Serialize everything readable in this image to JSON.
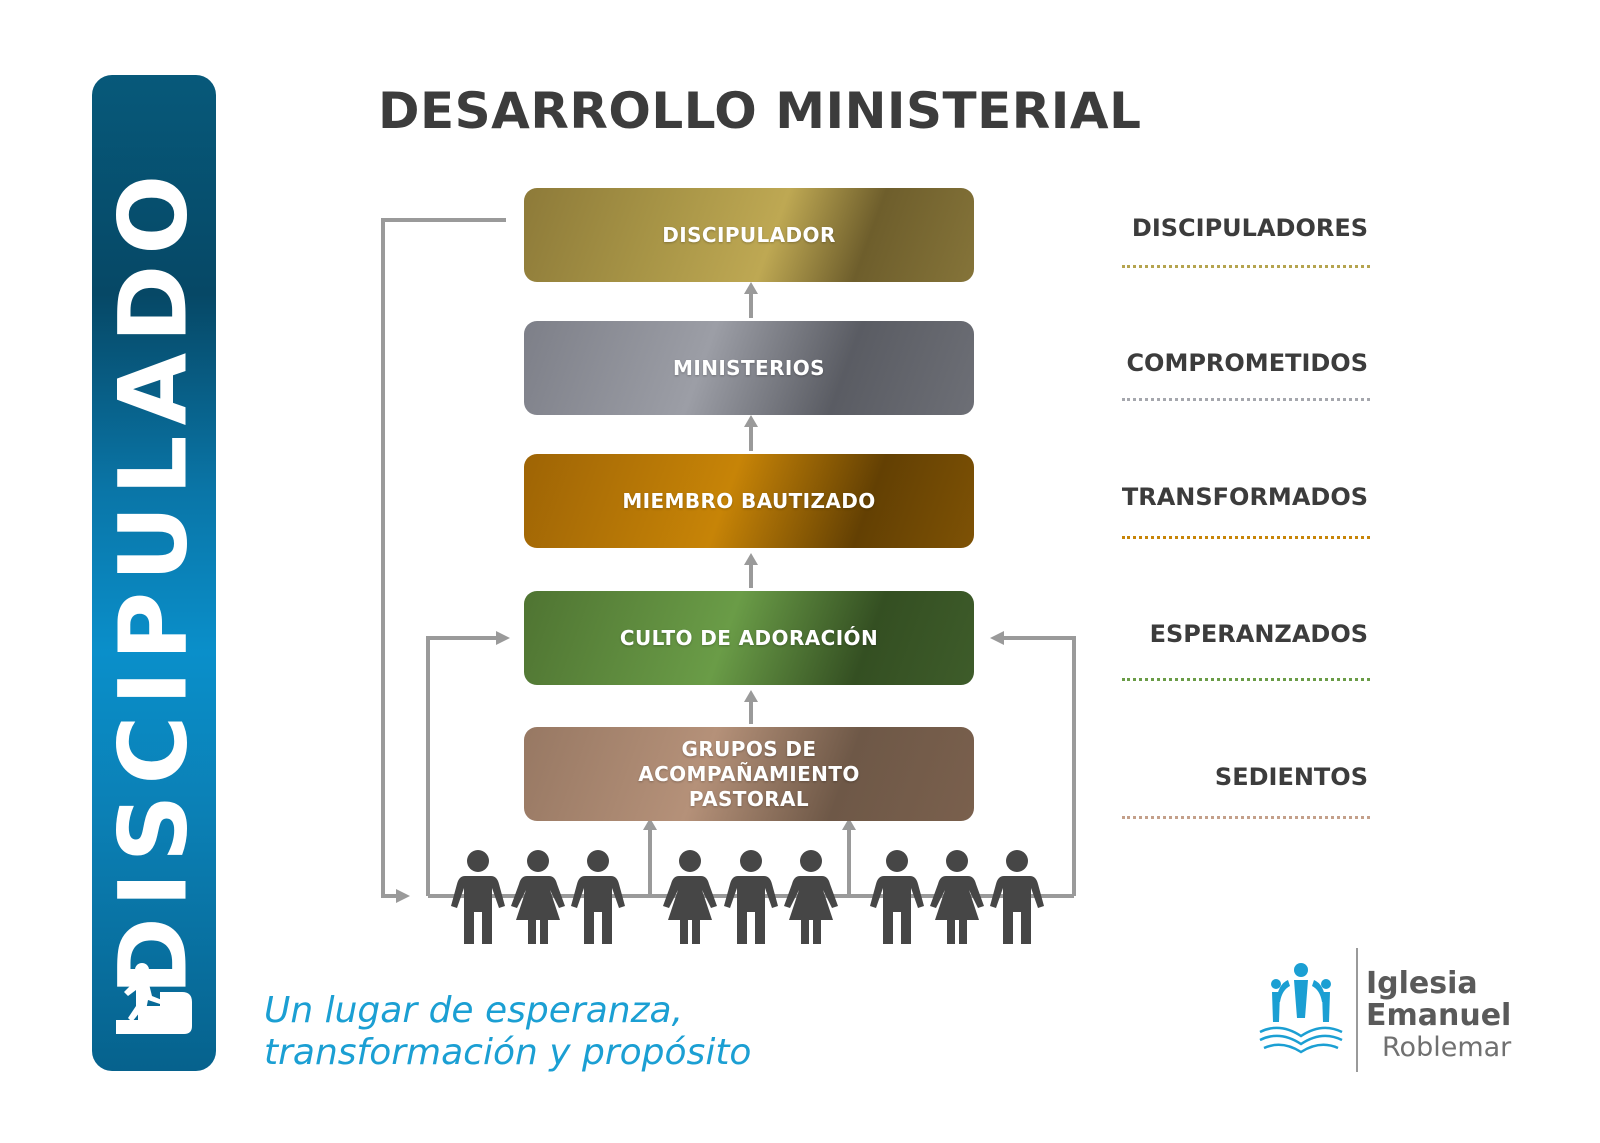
{
  "sidebar": {
    "vertical_label": "DISCIPULADO",
    "icon": "climbing-stairs-icon"
  },
  "title": "DESARROLLO MINISTERIAL",
  "stages": [
    {
      "label": "DISCIPULADOR",
      "color": "#a79446"
    },
    {
      "label": "MINISTERIOS",
      "color": "#9c9ea6"
    },
    {
      "label": "MIEMBRO BAUTIZADO",
      "color": "#c78407"
    },
    {
      "label": "CULTO DE ADORACIÓN",
      "color": "#6a9c47"
    },
    {
      "label": "GRUPOS DE\nACOMPAÑAMIENTO\nPASTORAL",
      "color": "#b59179"
    }
  ],
  "levels": [
    {
      "label": "DISCIPULADORES",
      "dot_color": "#b5a44f"
    },
    {
      "label": "COMPROMETIDOS",
      "dot_color": "#a5a7ad"
    },
    {
      "label": "TRANSFORMADOS",
      "dot_color": "#c78407"
    },
    {
      "label": "ESPERANZADOS",
      "dot_color": "#6a9c47"
    },
    {
      "label": "SEDIENTOS",
      "dot_color": "#c4a08a"
    }
  ],
  "people": {
    "icon": "person-icon",
    "count": 9
  },
  "tagline": {
    "line1": "Un lugar de esperanza,",
    "line2": "transformación y propósito"
  },
  "logo": {
    "line1": "Iglesia",
    "line2": "Emanuel",
    "line3": "Roblemar",
    "emblem": "church-emblem-icon",
    "color": "#1b9fd3"
  },
  "colors": {
    "text_dark": "#3c3c3c",
    "connector": "#9a9a9a",
    "accent_blue": "#1b9fd3"
  }
}
